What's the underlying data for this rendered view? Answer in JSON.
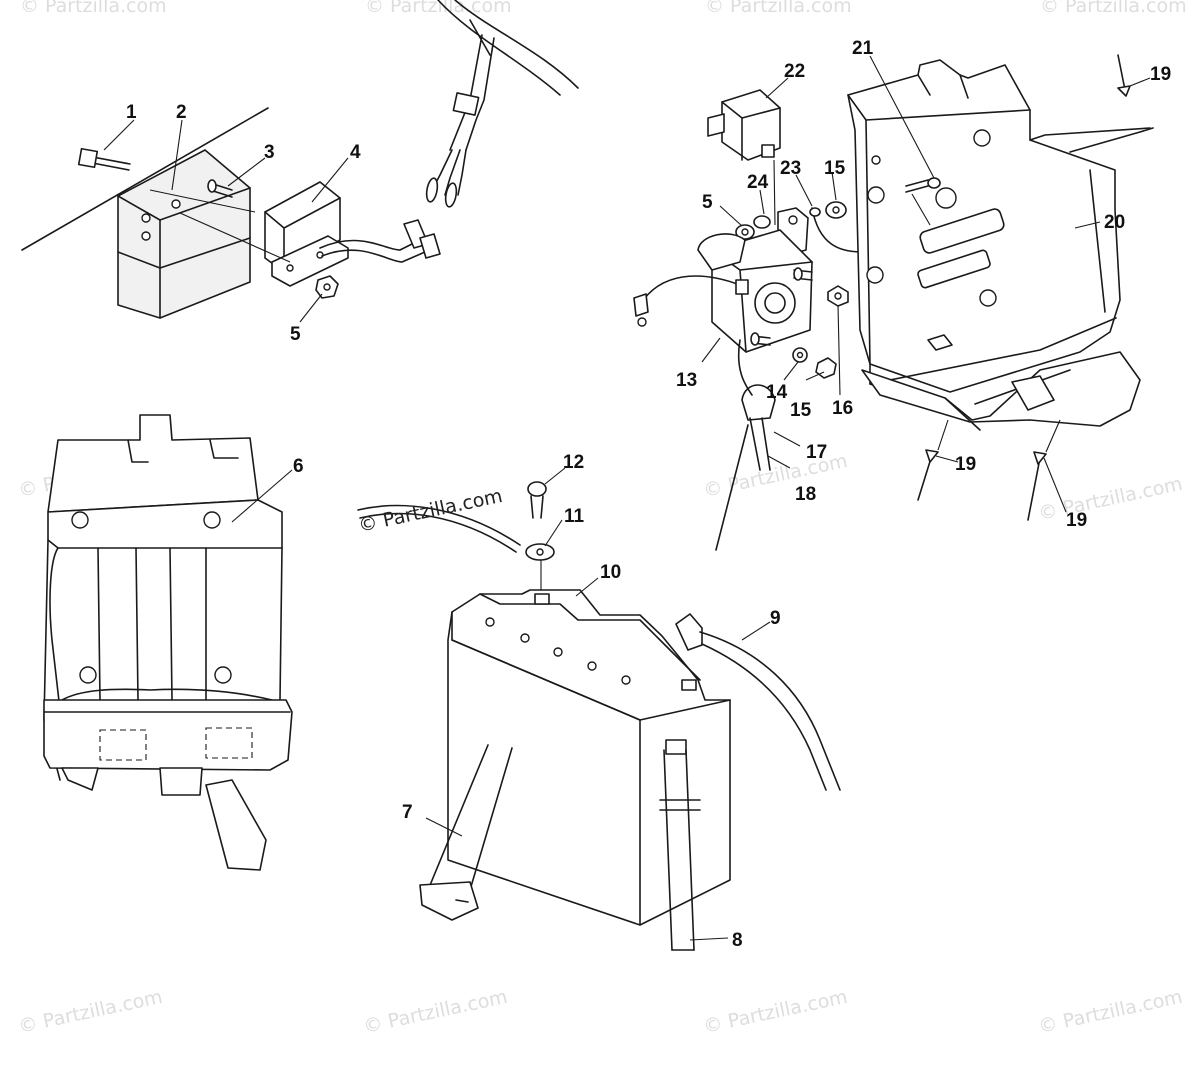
{
  "credit": "© Partzilla.com",
  "watermark": "© Partzilla.com",
  "callouts": {
    "c1": "1",
    "c2": "2",
    "c3": "3",
    "c4": "4",
    "c5a": "5",
    "c5b": "5",
    "c6": "6",
    "c7": "7",
    "c8": "8",
    "c9": "9",
    "c10": "10",
    "c11": "11",
    "c12": "12",
    "c13": "13",
    "c14": "14",
    "c15a": "15",
    "c15b": "15",
    "c16": "16",
    "c17": "17",
    "c18": "18",
    "c19a": "19",
    "c19b": "19",
    "c19c": "19",
    "c20": "20",
    "c21": "21",
    "c22": "22",
    "c23": "23",
    "c24": "24"
  }
}
